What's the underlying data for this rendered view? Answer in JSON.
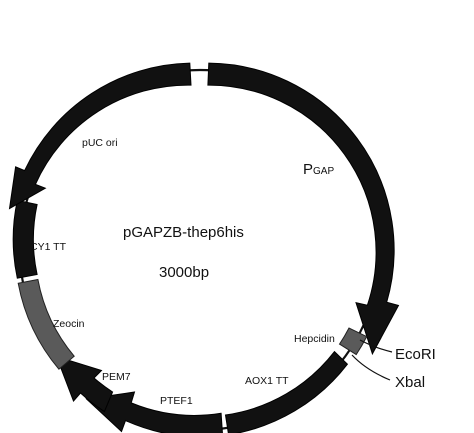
{
  "plasmid": {
    "name": "pGAPZB-thep6his",
    "size": "3000bp"
  },
  "features": {
    "pgap": {
      "main": "P",
      "sub": "GAP"
    },
    "puc_ori": "pUC ori",
    "cyc1_tt": "CY1 TT",
    "zeocin": "Zeocin",
    "pem7": "PEM7",
    "ptef1": "PTEF1",
    "aox1_tt": "AOX1 TT",
    "hepcidin": "Hepcidin"
  },
  "sites": {
    "ecori": "EcoRI",
    "xbai": "Xbal"
  },
  "colors": {
    "segment": "#111111",
    "zeocin_segment": "#5a5a5a",
    "background": "#ffffff"
  }
}
